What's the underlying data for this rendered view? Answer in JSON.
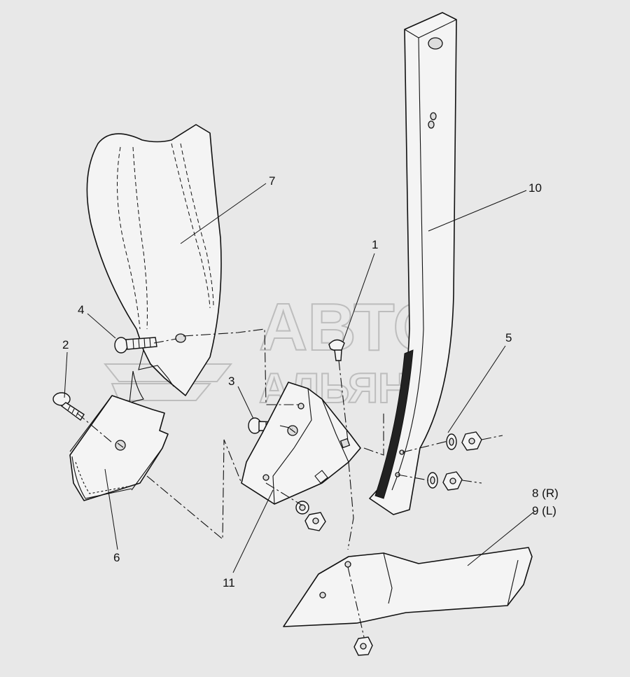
{
  "watermark": {
    "line1": "АВТО",
    "line2": "АЛЬЯНС"
  },
  "callouts": {
    "c1": "1",
    "c2": "2",
    "c3": "3",
    "c4": "4",
    "c5": "5",
    "c6": "6",
    "c7": "7",
    "c8": "8 (R)",
    "c9": "9 (L)",
    "c10": "10",
    "c11": "11"
  }
}
